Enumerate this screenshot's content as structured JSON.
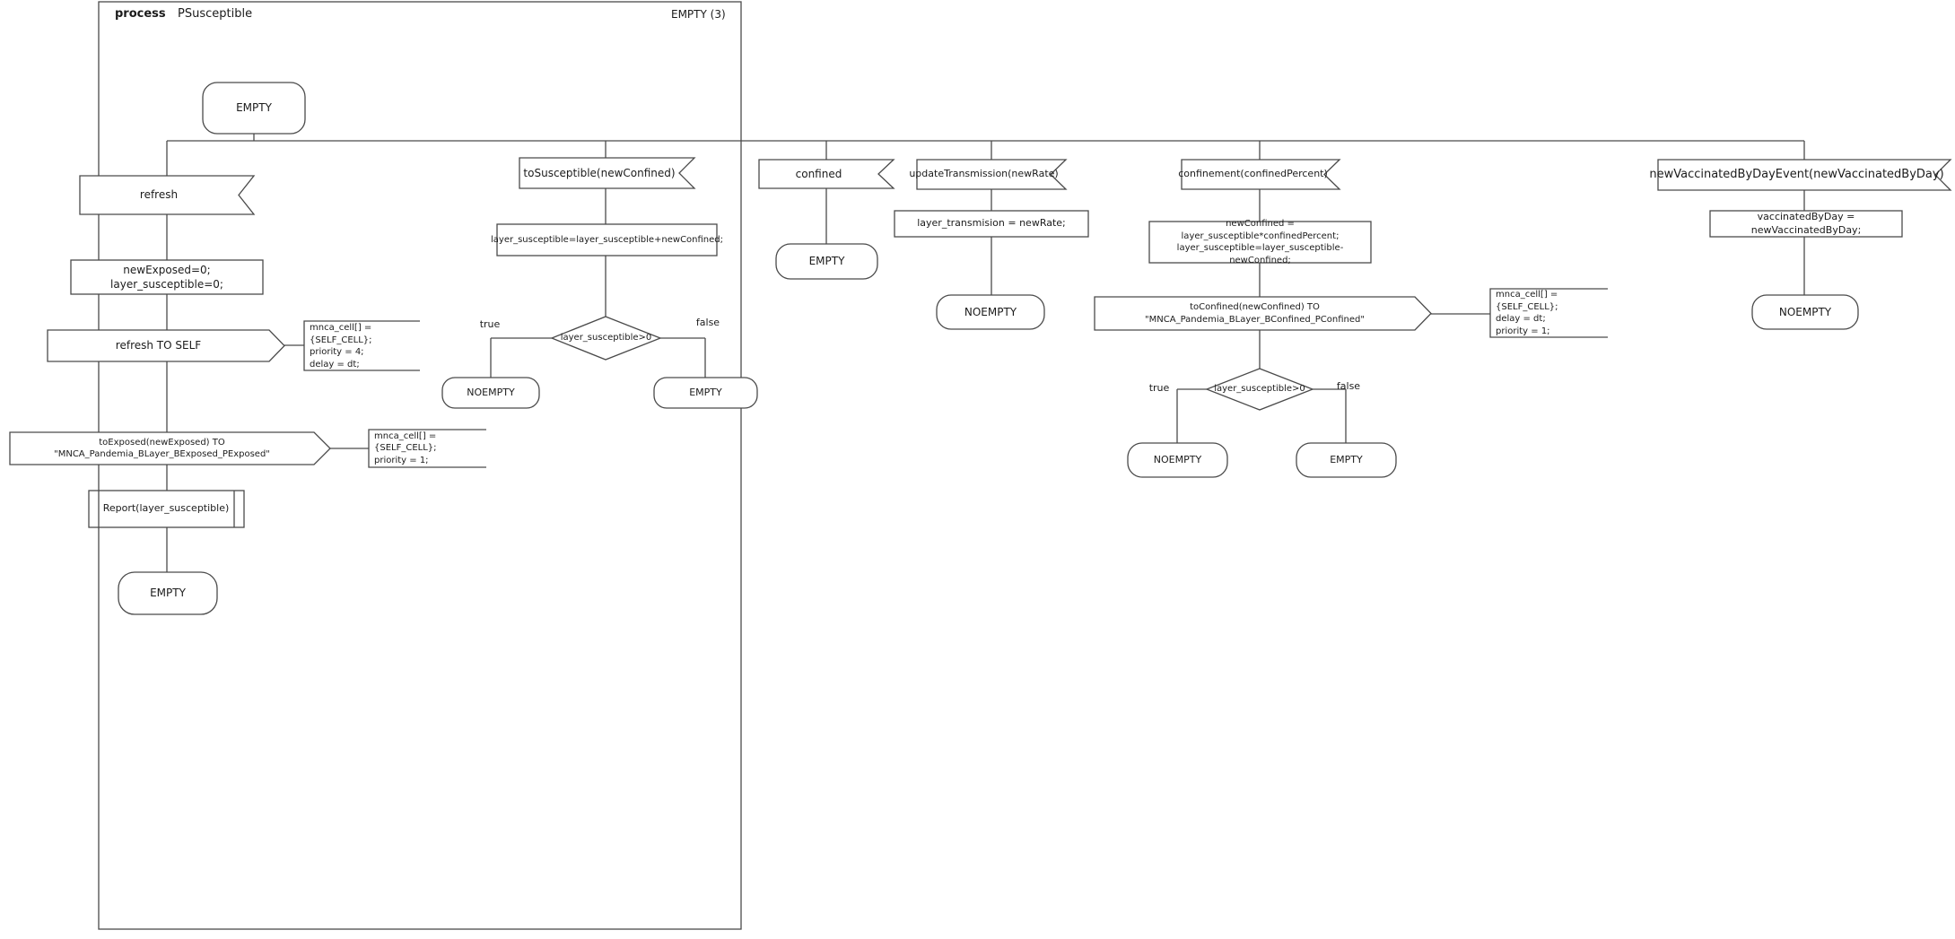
{
  "colors": {
    "stroke": "#4a4a4a",
    "text": "#1b1b1b",
    "background": "#ffffff"
  },
  "frame": {
    "kind": "process",
    "name": "PSusceptible",
    "state_label": "EMPTY (3)"
  },
  "start": {
    "label": "EMPTY"
  },
  "labels": {
    "true": "true",
    "false": "false"
  },
  "b1": {
    "input": "refresh",
    "task": "newExposed=0;\nlayer_susceptible=0;",
    "send_self": "refresh TO SELF",
    "note_self": "mnca_cell[] = {SELF_CELL};\npriority = 4;\ndelay = dt;",
    "send_exposed": "toExposed(newExposed) TO \"MNCA_Pandemia_BLayer_BExposed_PExposed\"",
    "note_exposed": "mnca_cell[] = {SELF_CELL};\npriority = 1;",
    "procedure": "Report(layer_susceptible)",
    "end": "EMPTY"
  },
  "b2": {
    "input": "toSusceptible(newConfined)",
    "task": "layer_susceptible=layer_susceptible+newConfined;",
    "decision": "layer_susceptible>0",
    "true_state": "NOEMPTY",
    "false_state": "EMPTY"
  },
  "b3": {
    "input": "confined",
    "end": "EMPTY"
  },
  "b4": {
    "input": "updateTransmission(newRate)",
    "task": "layer_transmision = newRate;",
    "end": "NOEMPTY"
  },
  "b5": {
    "input": "confinement(confinedPercent)",
    "task": "newConfined = layer_susceptible*confinedPercent;\nlayer_susceptible=layer_susceptible-newConfined;",
    "send": "toConfined(newConfined) TO \"MNCA_Pandemia_BLayer_BConfined_PConfined\"",
    "note": "mnca_cell[] = {SELF_CELL};\ndelay = dt;\npriority = 1;",
    "decision": "layer_susceptible>0",
    "true_state": "NOEMPTY",
    "false_state": "EMPTY"
  },
  "b6": {
    "input": "newVaccinatedByDayEvent(newVaccinatedByDay)",
    "task": "vaccinatedByDay = newVaccinatedByDay;",
    "end": "NOEMPTY"
  }
}
